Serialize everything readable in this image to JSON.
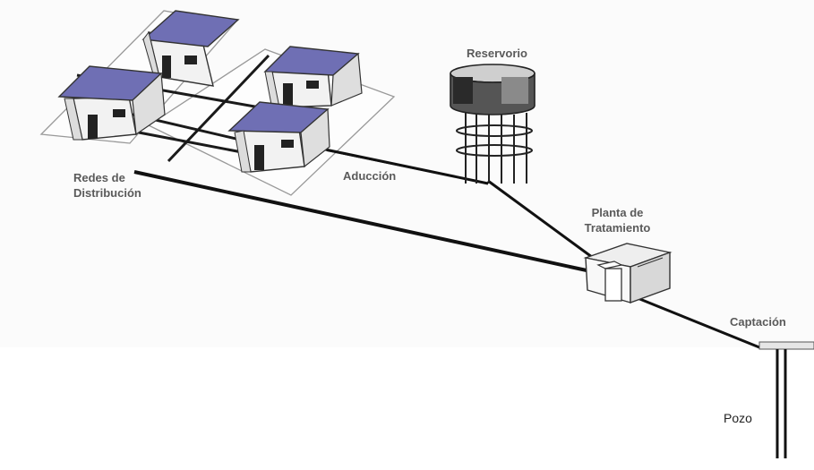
{
  "labels": {
    "reservoir": "Reservorio",
    "distribution_line1": "Redes de",
    "distribution_line2": "Distribución",
    "adduction": "Aducción",
    "treatment_line1": "Planta de",
    "treatment_line2": "Tratamiento",
    "intake": "Captación",
    "well": "Pozo"
  },
  "colors": {
    "roof": "#6f6fb4",
    "roof_shade": "#4e4e8c",
    "wall": "#f4f4f4",
    "wall_shade": "#d4d4d4",
    "pipe": "#111111",
    "label": "#5a5a5a"
  }
}
